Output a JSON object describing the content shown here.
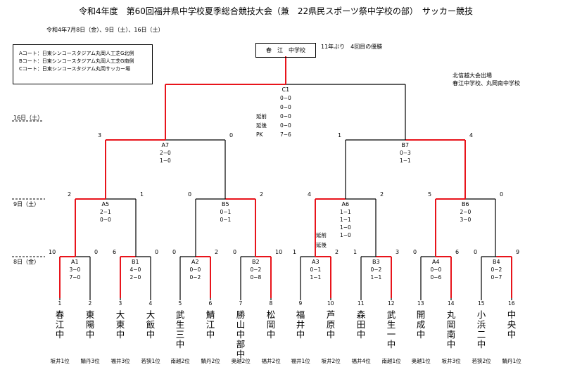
{
  "header": {
    "title": "令和4年度　第60回福井県中学校夏季総合競技大会（兼　22県民スポーツ祭中学校の部）　サッカー競技",
    "dates": "令和4年7月8日（金）、9日（土）、16日（土）"
  },
  "courts": [
    "Aコート：日東シンコースタジアム丸岡人工芝G北側",
    "Bコート：日東シンコースタジアム丸岡人工芝G南側",
    "Cコート：日東シンコースタジアム丸岡サッカー場"
  ],
  "champion": {
    "name": "春　江　中学校",
    "note": "11年ぶり　4回目の優勝"
  },
  "hokushinetsu": {
    "title": "北信越大会出場",
    "teams": "春江中学校、丸岡南中学校"
  },
  "day_labels": {
    "d16": "16日（土）",
    "d9": "9日（土）",
    "d8": "8日（金）"
  },
  "final": {
    "label": "C1",
    "scores": [
      "0−0",
      "0−0",
      "0−0",
      "0−0",
      "7−6"
    ],
    "extra_labels": [
      "延前",
      "延後",
      "PK"
    ]
  },
  "semis": [
    {
      "label": "A7",
      "scores": [
        "2−0",
        "1−0"
      ],
      "left_goals": "3",
      "right_goals": "0"
    },
    {
      "label": "B7",
      "scores": [
        "0−3",
        "1−1"
      ],
      "left_goals": "1",
      "right_goals": "4"
    }
  ],
  "quarters": [
    {
      "label": "A5",
      "scores": [
        "2−1",
        "0−0"
      ],
      "left_goals": "2",
      "right_goals": "1"
    },
    {
      "label": "B5",
      "scores": [
        "0−1",
        "0−1"
      ],
      "left_goals": "0",
      "right_goals": "2"
    },
    {
      "label": "A6",
      "scores": [
        "1−1",
        "1−1",
        "1−0",
        "1−0"
      ],
      "extra_labels": [
        "延前",
        "延後"
      ],
      "left_goals": "4",
      "right_goals": "2"
    },
    {
      "label": "B6",
      "scores": [
        "2−0",
        "3−0"
      ],
      "left_goals": "5",
      "right_goals": "0"
    }
  ],
  "round1": [
    {
      "label": "A1",
      "scores": [
        "3−0",
        "7−0"
      ],
      "left_goals": "10",
      "right_goals": "0"
    },
    {
      "label": "B1",
      "scores": [
        "4−0",
        "2−0"
      ],
      "left_goals": "6",
      "right_goals": "0"
    },
    {
      "label": "A2",
      "scores": [
        "0−0",
        "0−2"
      ],
      "left_goals": "0",
      "right_goals": "2"
    },
    {
      "label": "B2",
      "scores": [
        "0−2",
        "0−8"
      ],
      "left_goals": "0",
      "right_goals": "10"
    },
    {
      "label": "A3",
      "scores": [
        "0−1",
        "1−1"
      ],
      "left_goals": "1",
      "right_goals": "2"
    },
    {
      "label": "B3",
      "scores": [
        "0−2",
        "1−1"
      ],
      "left_goals": "1",
      "right_goals": "3"
    },
    {
      "label": "A4",
      "scores": [
        "0−0",
        "0−6"
      ],
      "left_goals": "0",
      "right_goals": "6"
    },
    {
      "label": "B4",
      "scores": [
        "0−2",
        "0−7"
      ],
      "left_goals": "0",
      "right_goals": "9"
    }
  ],
  "teams": [
    {
      "no": "1",
      "name": "春江中",
      "rank": "坂井1位"
    },
    {
      "no": "2",
      "name": "東陽中",
      "rank": "鯖丹3位"
    },
    {
      "no": "3",
      "name": "大東中",
      "rank": "福井3位"
    },
    {
      "no": "4",
      "name": "大飯中",
      "rank": "若狭1位"
    },
    {
      "no": "5",
      "name": "武生三中",
      "rank": "南越2位"
    },
    {
      "no": "6",
      "name": "鯖江中",
      "rank": "鯖丹2位"
    },
    {
      "no": "7",
      "name": "勝山中部中",
      "rank": "奥越2位"
    },
    {
      "no": "8",
      "name": "松岡中",
      "rank": "福井2位"
    },
    {
      "no": "9",
      "name": "福井中",
      "rank": "福井1位"
    },
    {
      "no": "10",
      "name": "芦原中",
      "rank": "坂井2位"
    },
    {
      "no": "11",
      "name": "森田中",
      "rank": "福井4位"
    },
    {
      "no": "12",
      "name": "武生一中",
      "rank": "南越1位"
    },
    {
      "no": "13",
      "name": "開成中",
      "rank": "奥越1位"
    },
    {
      "no": "14",
      "name": "丸岡南中",
      "rank": "坂井3位"
    },
    {
      "no": "15",
      "name": "小浜二中",
      "rank": "若狭2位"
    },
    {
      "no": "16",
      "name": "中央中",
      "rank": "鯖丹1位"
    }
  ],
  "colors": {
    "winner": "#e8141b",
    "line": "#000000"
  }
}
